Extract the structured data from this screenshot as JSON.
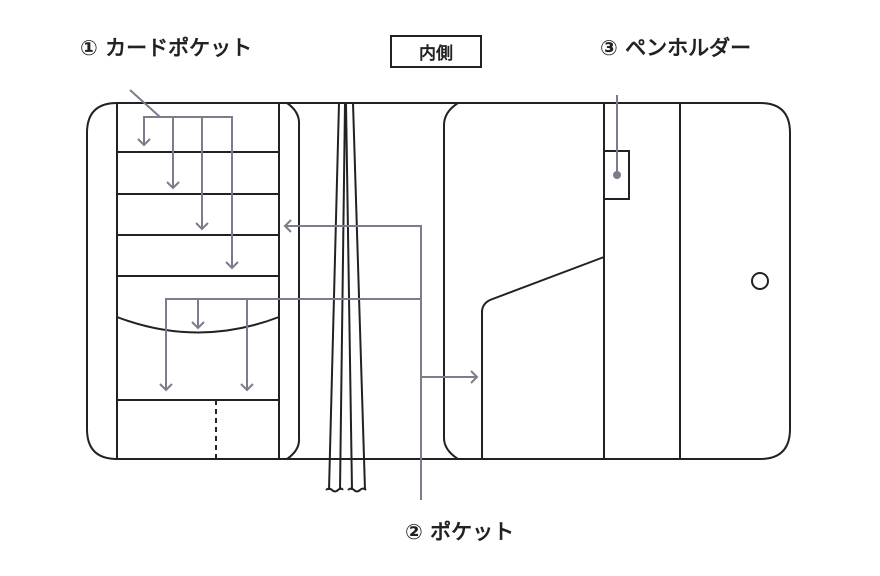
{
  "labels": {
    "card_pocket": "① カードポケット",
    "inside": "内側",
    "pen_holder": "③ ペンホルダー",
    "pocket": "② ポケット"
  },
  "colors": {
    "outline": "#222222",
    "arrow": "#7d7b8c"
  }
}
